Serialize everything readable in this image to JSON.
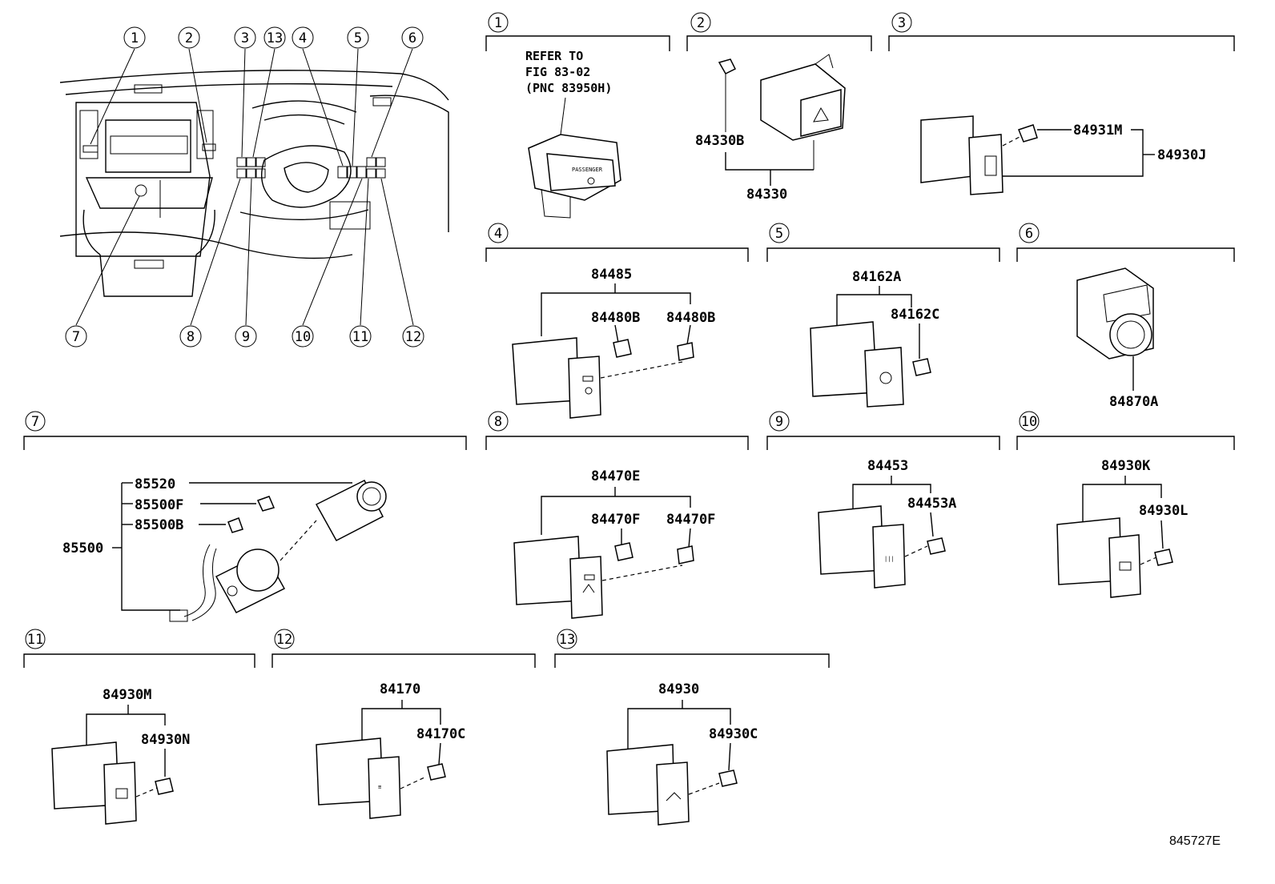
{
  "figure_id": "845727E",
  "overview": {
    "callouts": [
      "1",
      "2",
      "3",
      "13",
      "4",
      "5",
      "6",
      "7",
      "8",
      "9",
      "10",
      "11",
      "12"
    ]
  },
  "sections": {
    "s1": {
      "num": "1",
      "note": [
        "REFER TO",
        "FIG 83-02",
        "(PNC 83950H)"
      ]
    },
    "s2": {
      "num": "2",
      "parts": [
        "84330B",
        "84330"
      ]
    },
    "s3": {
      "num": "3",
      "parts": [
        "84931M",
        "84930J"
      ]
    },
    "s4": {
      "num": "4",
      "parts": [
        "84485",
        "84480B",
        "84480B"
      ]
    },
    "s5": {
      "num": "5",
      "parts": [
        "84162A",
        "84162C"
      ]
    },
    "s6": {
      "num": "6",
      "parts": [
        "84870A"
      ]
    },
    "s7": {
      "num": "7",
      "parts": [
        "85520",
        "85500F",
        "85500B",
        "85500"
      ]
    },
    "s8": {
      "num": "8",
      "parts": [
        "84470E",
        "84470F",
        "84470F"
      ]
    },
    "s9": {
      "num": "9",
      "parts": [
        "84453",
        "84453A"
      ]
    },
    "s10": {
      "num": "10",
      "parts": [
        "84930K",
        "84930L"
      ]
    },
    "s11": {
      "num": "11",
      "parts": [
        "84930M",
        "84930N"
      ]
    },
    "s12": {
      "num": "12",
      "parts": [
        "84170",
        "84170C"
      ]
    },
    "s13": {
      "num": "13",
      "parts": [
        "84930",
        "84930C"
      ]
    }
  }
}
